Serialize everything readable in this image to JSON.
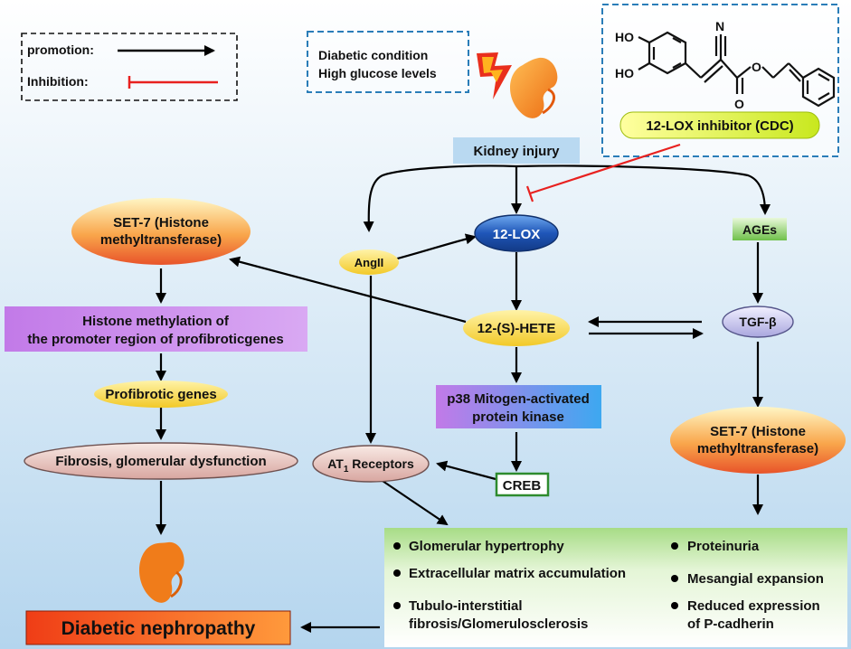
{
  "legend": {
    "promotion_label": "promotion:",
    "inhibition_label": "Inhibition:",
    "promotion_color": "#000000",
    "inhibition_color": "#e8211f"
  },
  "condition": {
    "line1": "Diabetic condition",
    "line2": "High glucose levels",
    "icon": "lightning-bolt-icon",
    "organ_icon": "kidney-icon"
  },
  "inhibitor": {
    "label": "12-LOX inhibitor (CDC)",
    "structure_labels": {
      "nitrile": "N",
      "hydroxyl_top": "HO",
      "hydroxyl_bottom": "HO",
      "ester_oxygen": "O",
      "carbonyl_oxygen": "O"
    }
  },
  "nodes": {
    "kidney_injury": "Kidney injury",
    "lox12": "12-LOX",
    "angii": "AngII",
    "ages": "AGEs",
    "set7_left_line1": "SET-7 (Histone",
    "set7_left_line2": "methyltransferase)",
    "histone_line1": "Histone  methylation of",
    "histone_line2": "the promoter region of profibroticgenes",
    "profibrotic": "Profibrotic genes",
    "fibrosis": "Fibrosis, glomerular dysfunction",
    "hete": "12-(S)-HETE",
    "tgfb": "TGF-β",
    "p38_line1": "p38 Mitogen-activated",
    "p38_line2": "protein kinase",
    "at1_prefix": "AT",
    "at1_subscript": "1",
    "at1_suffix": " Receptors",
    "creb": "CREB",
    "set7_right_line1": "SET-7 (Histone",
    "set7_right_line2": "methyltransferase)",
    "diabetic_nephropathy": "Diabetic nephropathy"
  },
  "outcomes": {
    "left": [
      [
        "Glomerular hypertrophy"
      ],
      [
        "Extracellular matrix accumulation"
      ],
      [
        "Tubulo-interstitial",
        "fibrosis/Glomerulosclerosis"
      ]
    ],
    "right": [
      [
        "Proteinuria"
      ],
      [
        "Mesangial expansion"
      ],
      [
        "Reduced expression",
        "of P-cadherin"
      ]
    ]
  },
  "colors": {
    "background_top": "#ffffff",
    "background_bottom": "#b9d8ef",
    "lox_blue": "#1c57b5",
    "kidney_orange": "#f07c1a",
    "nephropathy_red": "#ec3a17",
    "box_green": "#b7e39a",
    "box_purple": "#c57ee9",
    "dashed_blue": "#2a7db8"
  }
}
